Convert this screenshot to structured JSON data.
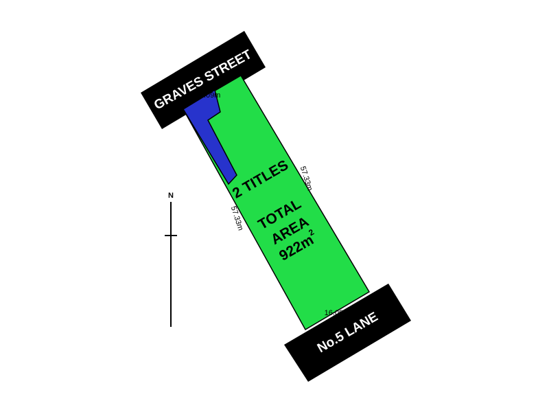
{
  "streets": {
    "top": "GRAVES STREET",
    "bottom": "No.5 LANE"
  },
  "dimensions": {
    "top_frontage": "16.09m",
    "bottom_frontage": "16.09m",
    "right_side": "57.33m",
    "left_side": "57.33m"
  },
  "lot": {
    "titles": "2 TITLES",
    "total_line1": "TOTAL",
    "total_line2": "AREA",
    "area_value": "922m",
    "area_superscript": "2"
  },
  "compass": {
    "north": "N"
  },
  "colors": {
    "lot_fill": "#22dd48",
    "secondary_title_fill": "#2733cc",
    "road_fill": "#000000",
    "outline": "#000000"
  }
}
